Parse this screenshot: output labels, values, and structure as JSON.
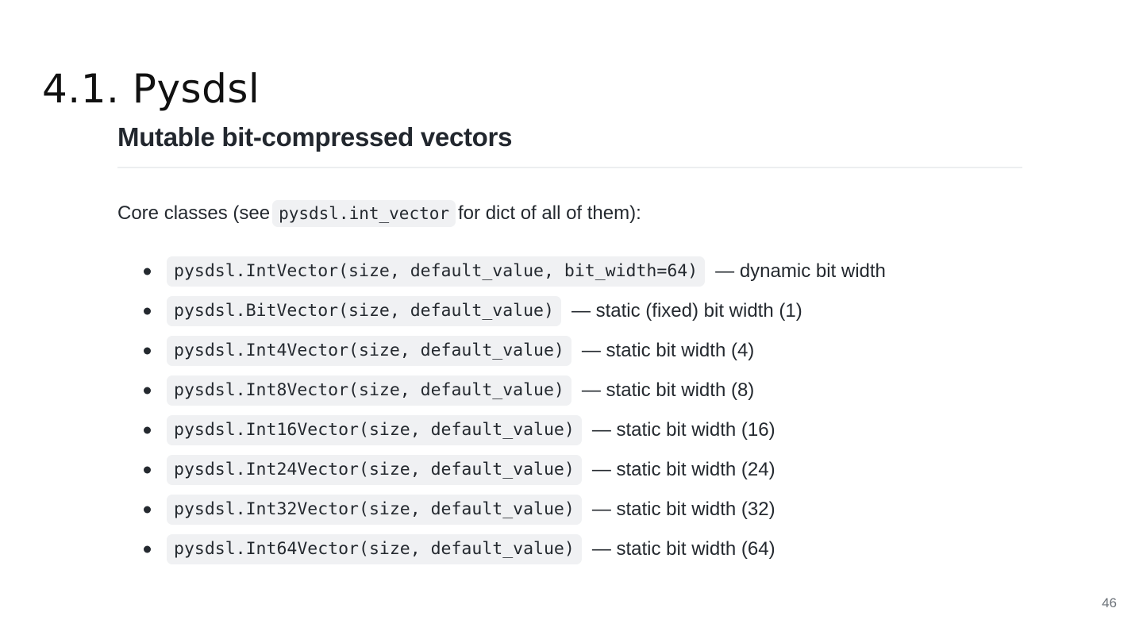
{
  "slide": {
    "title": "4.1. Pysdsl",
    "page_number": "46"
  },
  "section": {
    "heading": "Mutable bit-compressed vectors",
    "intro": {
      "before": "Core classes (see",
      "code": "pysdsl.int_vector",
      "after": "for dict of all of them):"
    }
  },
  "bullets": [
    {
      "code": "pysdsl.IntVector(size, default_value, bit_width=64)",
      "desc": "— dynamic bit width"
    },
    {
      "code": "pysdsl.BitVector(size, default_value)",
      "desc": "— static (fixed) bit width (1)"
    },
    {
      "code": "pysdsl.Int4Vector(size, default_value)",
      "desc": "— static bit width (4)"
    },
    {
      "code": "pysdsl.Int8Vector(size, default_value)",
      "desc": "— static bit width (8)"
    },
    {
      "code": "pysdsl.Int16Vector(size, default_value)",
      "desc": "— static bit width (16)"
    },
    {
      "code": "pysdsl.Int24Vector(size, default_value)",
      "desc": "— static bit width (24)"
    },
    {
      "code": "pysdsl.Int32Vector(size, default_value)",
      "desc": "— static bit width (32)"
    },
    {
      "code": "pysdsl.Int64Vector(size, default_value)",
      "desc": "— static bit width (64)"
    }
  ],
  "colors": {
    "text": "#24292f",
    "heading": "#22272e",
    "code_bg": "#f0f1f3",
    "divider": "#eceef0",
    "page_number": "#6b7178",
    "background": "#ffffff"
  }
}
